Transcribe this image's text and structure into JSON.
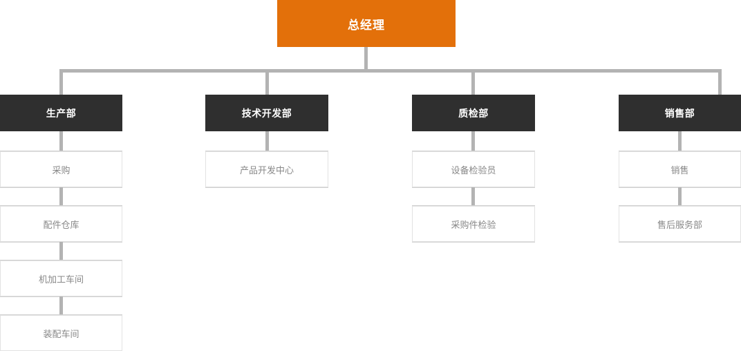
{
  "chart_data": {
    "type": "diagram",
    "title": "",
    "diagram_kind": "organization-chart",
    "colors": {
      "root_fill": "#e3700a",
      "root_text": "#ffffff",
      "dept_fill": "#2f2f2f",
      "dept_text": "#ffffff",
      "sub_fill": "#ffffff",
      "sub_text": "#888888",
      "connector": "#b3b3b3",
      "sub_border": "#e2e2e2",
      "background": "#ffffff"
    },
    "root": {
      "label": "总经理"
    },
    "branches": [
      {
        "label": "生产部",
        "children": [
          {
            "label": "采购"
          },
          {
            "label": "配件仓库"
          },
          {
            "label": "机加工车间"
          },
          {
            "label": "装配车间"
          }
        ]
      },
      {
        "label": "技术开发部",
        "children": [
          {
            "label": "产品开发中心"
          }
        ]
      },
      {
        "label": "质检部",
        "children": [
          {
            "label": "设备检验员"
          },
          {
            "label": "采购件检验"
          }
        ]
      },
      {
        "label": "销售部",
        "children": [
          {
            "label": "销售"
          },
          {
            "label": "售后服务部"
          }
        ]
      }
    ]
  }
}
